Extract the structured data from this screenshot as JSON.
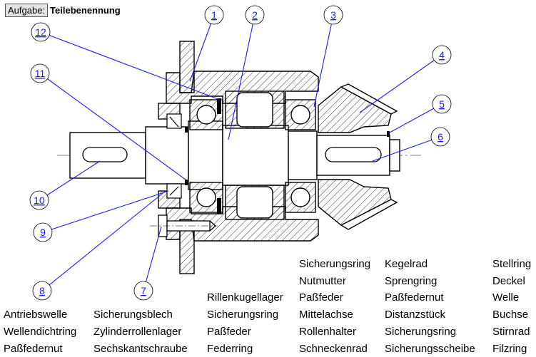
{
  "task": {
    "tag": "Aufgabe:",
    "title": "Teilebenennung"
  },
  "callouts": [
    "1",
    "2",
    "3",
    "4",
    "5",
    "6",
    "7",
    "8",
    "9",
    "10",
    "11",
    "12"
  ],
  "words": [
    "Sicherungsring",
    "Kegelrad",
    "Stellring",
    "Nutmutter",
    "Sprengring",
    "Deckel",
    "Rillenkugellager",
    "Paßfeder",
    "Paßfedernut",
    "Welle",
    "Antriebswelle",
    "Sicherungsblech",
    "Sicherungsring",
    "Mittelachse",
    "Distanzstück",
    "Buchse",
    "Wellendichtring",
    "Zylinderrollenlager",
    "Paßfeder",
    "Rollenhalter",
    "Sicherungsring",
    "Stirnrad",
    "Paßfedernut",
    "Sechskantschraube",
    "Federring",
    "Schneckenrad",
    "Sicherungsscheibe",
    "Filzring"
  ],
  "colors": {
    "line": "#000000",
    "callout": "#1a1aff",
    "hatch": "#000000"
  }
}
